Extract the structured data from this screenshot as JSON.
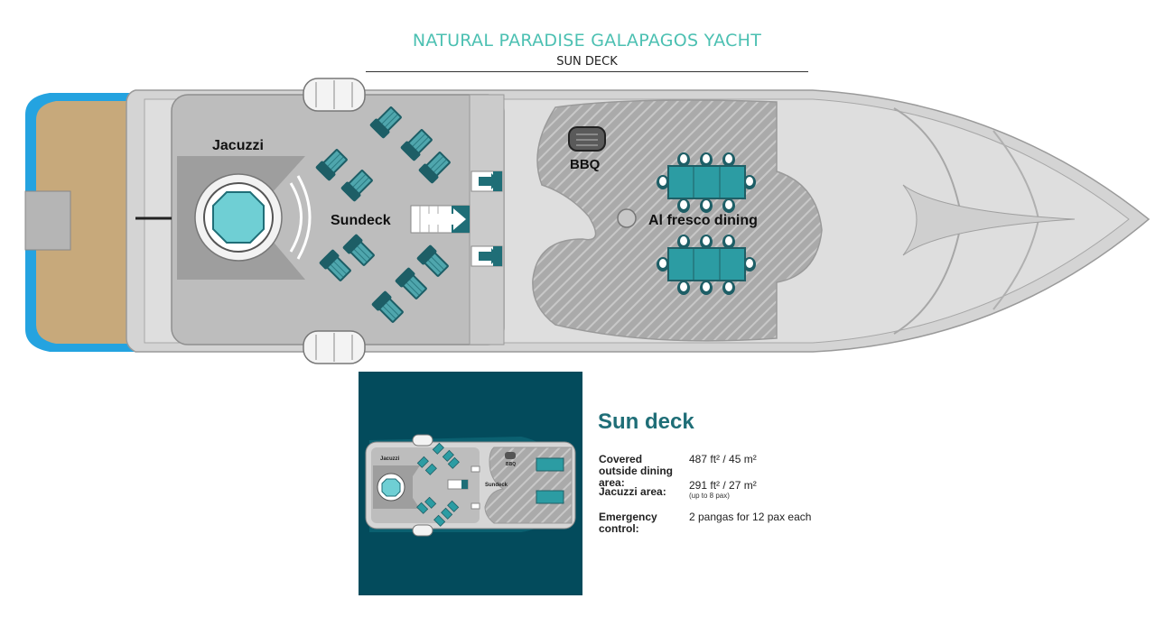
{
  "header": {
    "title": "NATURAL PARADISE GALAPAGOS YACHT",
    "subtitle": "SUN DECK"
  },
  "colors": {
    "title": "#4cc0b2",
    "accent_teal": "#1f6e77",
    "dark_teal_bg": "#034b5c",
    "hull_gray": "#d4d4d4",
    "deck_gray": "#bdbdbd",
    "wood": "#c7a97b",
    "blue_trim": "#24a3e0",
    "jacuzzi_water": "#6fcfd4"
  },
  "plan": {
    "labels": {
      "jacuzzi": "Jacuzzi",
      "sundeck": "Sundeck",
      "bbq": "BBQ",
      "dining": "Al fresco dining"
    },
    "icons": [
      "sun-lounger-icon",
      "stairs-arrow-icon",
      "bbq-grill-icon",
      "dining-table-icon",
      "jacuzzi-icon",
      "life-raft-icon"
    ]
  },
  "thumbnail": {
    "labels": {
      "jacuzzi": "Jacuzzi",
      "sundeck": "Sundeck",
      "bbq": "BBQ"
    }
  },
  "info": {
    "title": "Sun deck",
    "specs": [
      {
        "label": "Covered outside dining area:",
        "value": "487 ft² / 45 m²",
        "note": ""
      },
      {
        "label": "Jacuzzi area:",
        "value": "291 ft² / 27 m²",
        "note": "(up to 8 pax)"
      },
      {
        "label": "Emergency control:",
        "value": "2 pangas for 12 pax each",
        "note": ""
      }
    ]
  }
}
